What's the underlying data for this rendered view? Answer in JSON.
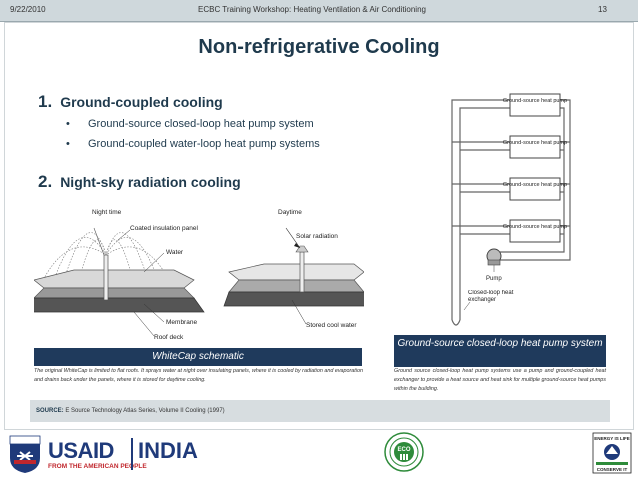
{
  "header": {
    "date": "9/22/2010",
    "workshop": "ECBC Training Workshop: Heating Ventilation & Air Conditioning",
    "page_number": "13"
  },
  "title": "Non-refrigerative Cooling",
  "sections": [
    {
      "number": "1.",
      "heading": "Ground-coupled cooling",
      "bullets": [
        "Ground-source closed-loop heat pump system",
        "Ground-coupled water-loop heat pump systems"
      ]
    },
    {
      "number": "2.",
      "heading": "Night-sky radiation cooling"
    }
  ],
  "figure_left": {
    "labels": {
      "night_time": "Night time",
      "coated_panel": "Coated insulation panel",
      "water": "Water",
      "membrane": "Membrane",
      "roof_deck": "Roof deck",
      "daytime": "Daytime",
      "solar_radiation": "Solar radiation",
      "stored_cool_water": "Stored cool water"
    },
    "caption": "WhiteCap schematic",
    "description": "The original WhiteCap is limited to flat roofs. It sprays water at night over insulating panels, where it is cooled by radiation and evaporation and drains back under the panels, where it is stored for daytime cooling."
  },
  "figure_right": {
    "labels": {
      "unit": "Ground-source heat pump",
      "pump": "Pump",
      "exchanger": "Closed-loop heat exchanger"
    },
    "caption": "Ground-source closed-loop heat pump system",
    "description": "Ground source closed-loop heat pump systems use a pump and ground-coupled heat exchanger to provide a heat source and heat sink for multiple ground-source heat pumps within the building."
  },
  "source": {
    "label": "SOURCE:",
    "text": "E Source Technology Atlas Series, Volume II Cooling (1997)"
  },
  "footer": {
    "usaid": "USAID",
    "usaid_tagline": "FROM THE AMERICAN PEOPLE",
    "india": "INDIA",
    "eco_logo": "ECO",
    "rhs_logo_line1": "ENERGY IS LIFE",
    "rhs_logo_line2": "CONSERVE IT"
  },
  "colors": {
    "title": "#1f3a4d",
    "caption_bg": "#1f3a5c",
    "usaid_blue": "#1f3a7a",
    "usaid_red": "#c0272d",
    "eco_green": "#2e8b3a"
  }
}
